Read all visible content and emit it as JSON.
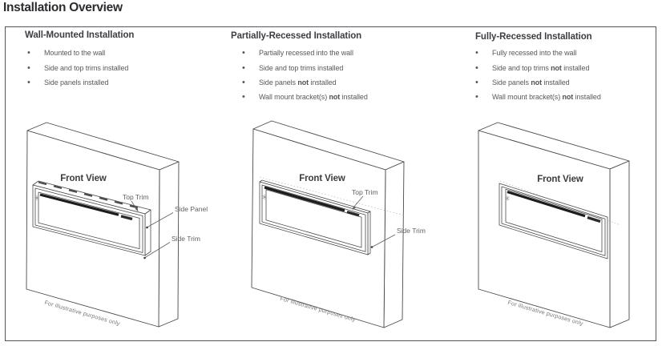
{
  "title": "Installation Overview",
  "colors": {
    "title_text": "#2c2b30",
    "heading_text": "#3e3d43",
    "body_text": "#58595b",
    "panel_border": "#55565a",
    "line_art": "#4a4a4c",
    "glass_band": "#1c1c1e",
    "callout_text": "#5f6064",
    "footnote_text": "#76777a"
  },
  "columns": [
    {
      "heading": "Wall-Mounted Installation",
      "bullets": [
        {
          "pre": "Mounted to the wall",
          "bold": "",
          "post": ""
        },
        {
          "pre": "Side and top trims installed",
          "bold": "",
          "post": ""
        },
        {
          "pre": "Side panels installed",
          "bold": "",
          "post": ""
        }
      ],
      "diagram": {
        "view_label": "Front View",
        "callouts": [
          "Top Trim",
          "Side Panel",
          "Side Trim"
        ],
        "footnote": "For illustrative purposes only"
      }
    },
    {
      "heading": "Partially-Recessed Installation",
      "bullets": [
        {
          "pre": "Partially recessed into the wall",
          "bold": "",
          "post": ""
        },
        {
          "pre": "Side and top trims installed",
          "bold": "",
          "post": ""
        },
        {
          "pre": "Side panels ",
          "bold": "not",
          "post": " installed"
        },
        {
          "pre": "Wall mount bracket(s) ",
          "bold": "not",
          "post": " installed"
        }
      ],
      "diagram": {
        "view_label": "Front View",
        "callouts": [
          "Top Trim",
          "Side Trim"
        ],
        "footnote": "For illustrative purposes only"
      }
    },
    {
      "heading": "Fully-Recessed Installation",
      "bullets": [
        {
          "pre": "Fully recessed into the wall",
          "bold": "",
          "post": ""
        },
        {
          "pre": "Side and top trims ",
          "bold": "not",
          "post": " installed"
        },
        {
          "pre": "Side panels ",
          "bold": "not",
          "post": " installed"
        },
        {
          "pre": "Wall mount bracket(s) ",
          "bold": "not",
          "post": " installed"
        }
      ],
      "diagram": {
        "view_label": "Front View",
        "callouts": [],
        "footnote": "For illustrative purposes only"
      }
    }
  ]
}
